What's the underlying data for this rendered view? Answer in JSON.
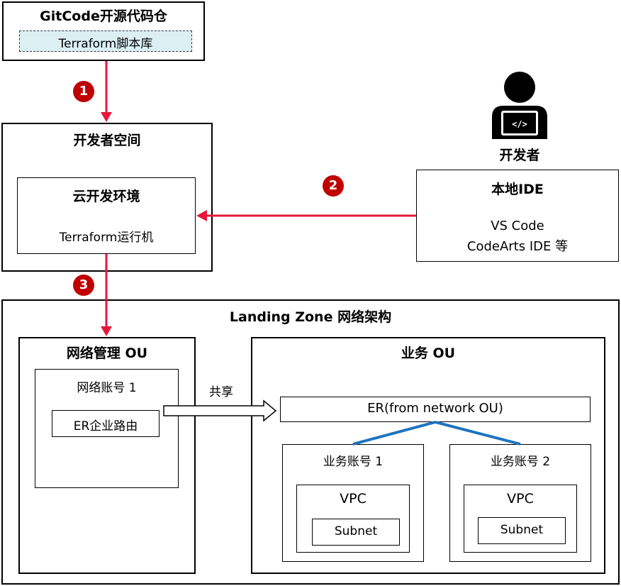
{
  "gitcode": {
    "title": "GitCode开源代码仓",
    "repo": "Terraform脚本库"
  },
  "devspace": {
    "title": "开发者空间",
    "cloud_env": "云开发环境",
    "runner": "Terraform运行机"
  },
  "developer": {
    "label": "开发者",
    "ide_title": "本地IDE",
    "ide_line1": "VS Code",
    "ide_line2": "CodeArts IDE 等"
  },
  "steps": [
    "1",
    "2",
    "3"
  ],
  "landing": {
    "title": "Landing Zone 网络架构",
    "network_ou": {
      "title": "网络管理 OU",
      "account": "网络账号 1",
      "er": "ER企业路由"
    },
    "share_label": "共享",
    "business_ou": {
      "title": "业务 OU",
      "er": "ER(from network OU)",
      "accounts": [
        {
          "title": "业务账号 1",
          "vpc": "VPC",
          "subnet": "Subnet"
        },
        {
          "title": "业务账号 2",
          "vpc": "VPC",
          "subnet": "Subnet"
        }
      ]
    }
  },
  "colors": {
    "arrow": "#e8163c",
    "badge": "#c00000",
    "link": "#1f73c0",
    "repo_fill": "#dcf0f4"
  }
}
